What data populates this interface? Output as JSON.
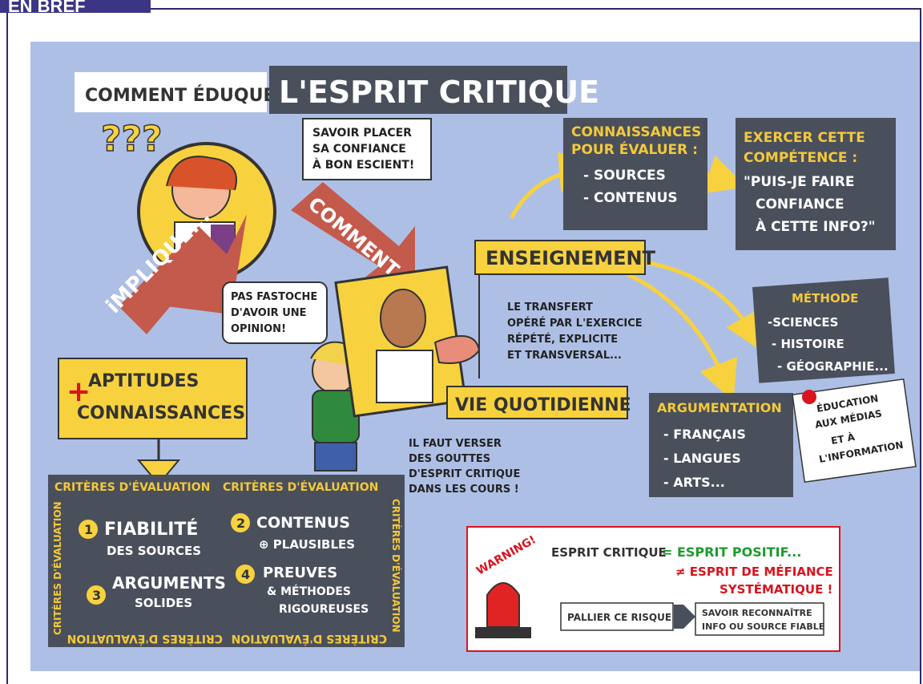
{
  "header_tag": "EN BREF",
  "title": {
    "prefix": "COMMENT ÉDUQUER",
    "main": "L'ESPRIT CRITIQUE"
  },
  "question_marks": "???",
  "bubble_teacher": [
    "SAVOIR PLACER",
    "SA CONFIANCE",
    "À BON ESCIENT!"
  ],
  "arrow_implique": "iMPLIQUE...",
  "arrow_comment": "COMMENT ?",
  "aptitudes": {
    "plus": "+",
    "line1": "APTITUDES",
    "line2": "CONNAISSANCES"
  },
  "bubble_kid": [
    "PAS FASTOCHE",
    "D'AVOIR UNE",
    "OPINION!"
  ],
  "criteria": {
    "border_text": "CRITÈRES D'ÉVALUATION",
    "items": [
      {
        "num": "1",
        "line1": "FIABILITÉ",
        "line2": "DES SOURCES"
      },
      {
        "num": "2",
        "line1": "CONTENUS",
        "line2": "⊕ PLAUSIBLES"
      },
      {
        "num": "3",
        "line1": "ARGUMENTS",
        "line2": "SOLIDES"
      },
      {
        "num": "4",
        "line1": "PREUVES",
        "line2": "& MÉTHODES",
        "line3": "RIGOUREUSES"
      }
    ]
  },
  "connaissances": {
    "title1": "CONNAISSANCES",
    "title2": "POUR ÉVALUER :",
    "item1": "- SOURCES",
    "item2": "- CONTENUS"
  },
  "exercer": [
    "EXERCER CETTE",
    "COMPÉTENCE :",
    "\"PUIS-JE FAIRE",
    "CONFIANCE",
    "À CETTE INFO?\""
  ],
  "enseignement": "ENSEIGNEMENT",
  "transfert": [
    "LE TRANSFERT",
    "OPÉRÉ PAR L'EXERCICE",
    "RÉPÉTÉ, EXPLICITE",
    "ET TRANSVERSAL..."
  ],
  "vie_quotidienne": "VIE QUOTIDIENNE",
  "gouttes": [
    "IL FAUT VERSER",
    "DES GOUTTES",
    "D'ESPRIT CRITIQUE",
    "DANS LES COURS !"
  ],
  "methode": {
    "title": "MÉTHODE",
    "items": [
      "-SCIENCES",
      "- HISTOIRE",
      "- GÉOGRAPHIE..."
    ]
  },
  "argumentation": {
    "title": "ARGUMENTATION",
    "items": [
      "- FRANÇAIS",
      "- LANGUES",
      "- ARTS..."
    ]
  },
  "emi": [
    "ÉDUCATION",
    "AUX MÉDIAS",
    "ET À",
    "L'INFORMATION"
  ],
  "warning": {
    "label": "WARNING!",
    "line_prefix": "ESPRIT CRITIQUE",
    "line_eq": "= ESPRIT POSITIF...",
    "line_neq": "≠ ESPRIT DE MÉFIANCE",
    "line_neq2": "SYSTÉMATIQUE !",
    "pallier": "PALLIER CE RISQUE",
    "savoir1": "SAVOIR RECONNAÎTRE",
    "savoir2": "INFO OU SOURCE FIABLE"
  },
  "colors": {
    "background": "#aebfe6",
    "dark_box": "#4a4f5c",
    "yellow": "#f7d23e",
    "red_arrow": "#c45a4c",
    "accent_yellow_text": "#f3c93a",
    "green": "#1e9a2e",
    "red": "#d8141e"
  }
}
